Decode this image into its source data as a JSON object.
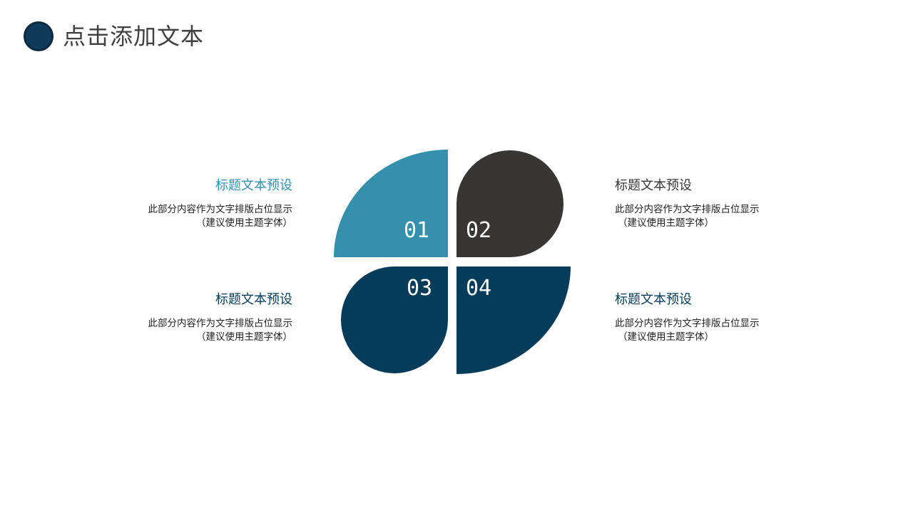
{
  "header": {
    "title": "点击添加文本"
  },
  "colors": {
    "teal": "#3590ab",
    "dark_gray": "#383535",
    "navy": "#053c5a",
    "title_dot": "#0e3b5a"
  },
  "diagram": {
    "segments": [
      {
        "number": "01",
        "color_key": "teal"
      },
      {
        "number": "02",
        "color_key": "dark_gray"
      },
      {
        "number": "03",
        "color_key": "navy"
      },
      {
        "number": "04",
        "color_key": "navy"
      }
    ]
  },
  "blocks": [
    {
      "title": "标题文本预设",
      "title_color": "#3590ab",
      "body_line1": "此部分内容作为文字排版占位显示",
      "body_line2": "（建议使用主题字体）"
    },
    {
      "title": "标题文本预设",
      "title_color": "#383535",
      "body_line1": "此部分内容作为文字排版占位显示",
      "body_line2": "（建议使用主题字体）"
    },
    {
      "title": "标题文本预设",
      "title_color": "#053c5a",
      "body_line1": "此部分内容作为文字排版占位显示",
      "body_line2": "（建议使用主题字体）"
    },
    {
      "title": "标题文本预设",
      "title_color": "#053c5a",
      "body_line1": "此部分内容作为文字排版占位显示",
      "body_line2": "（建议使用主题字体）"
    }
  ]
}
